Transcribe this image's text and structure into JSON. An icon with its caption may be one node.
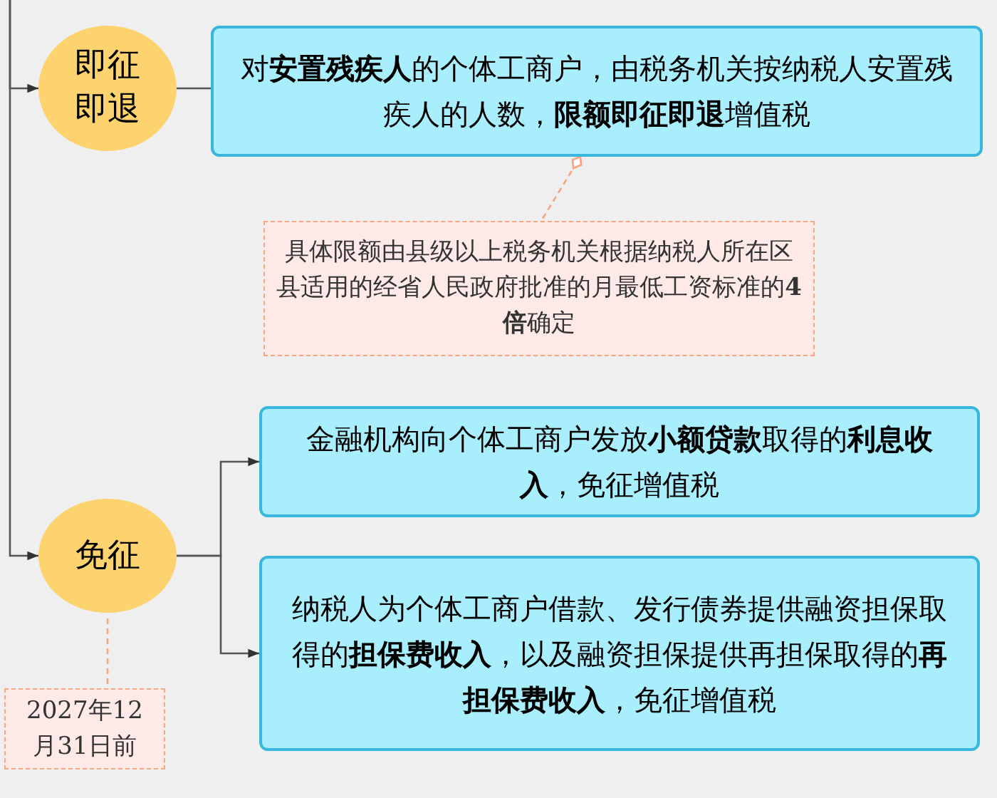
{
  "diagram": {
    "nodes": [
      {
        "text": [
          "即征即退"
        ]
      },
      {
        "text": [
          "对**安置残疾人**的个体工商户，由税务机关按纳税人安置残疾人的人数，**限额即征即退**增值税"
        ]
      },
      {
        "text": [
          "具体限额由县级以上税务机关根据纳税人所在区县适用的经省人民政府批准的月最低工资标准的**4倍**确定"
        ]
      },
      {
        "text": [
          "免征"
        ]
      },
      {
        "text": [
          "金融机构向个体工商户发放**小额贷款**取得的**利息收入**，免征增值税"
        ]
      },
      {
        "text": [
          "纳税人为个体工商户借款、发行债券提供融资担保取得的**担保费收入**，以及融资担保提供再担保取得的**再担保费收入**，免征增值税"
        ]
      },
      {
        "text": [
          "2027年12月31日前"
        ]
      }
    ],
    "edges": [
      {
        "from": null,
        "to": 0,
        "arrow": "to"
      },
      {
        "from": null,
        "to": 3,
        "arrow": "to"
      },
      {
        "from": 0,
        "to": 1,
        "arrow": "to"
      },
      {
        "from": 1,
        "to": 2,
        "arrow": "other",
        "style": "dashed",
        "color": "#f4a582"
      },
      {
        "from": 3,
        "to": 4,
        "arrow": "to"
      },
      {
        "from": 3,
        "to": 5,
        "arrow": "to"
      },
      {
        "from": 3,
        "to": 6,
        "arrow": "none",
        "style": "dashed",
        "color": "#f4a582"
      }
    ]
  }
}
